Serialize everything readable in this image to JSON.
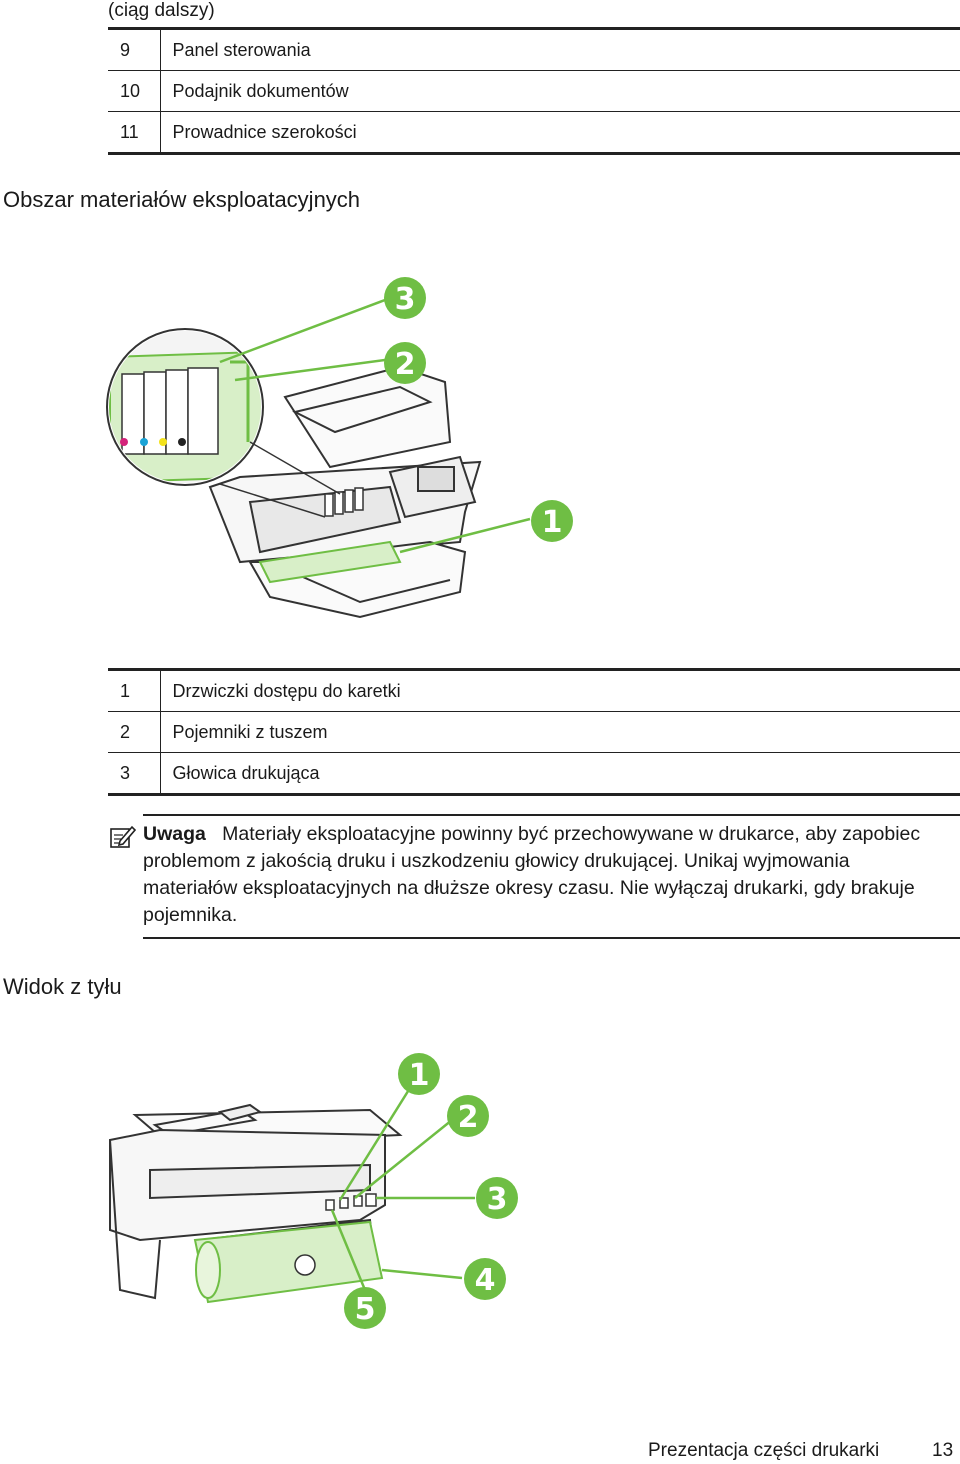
{
  "continued_label": "(ciąg dalszy)",
  "table_top": [
    {
      "num": "9",
      "label": "Panel sterowania"
    },
    {
      "num": "10",
      "label": "Podajnik dokumentów"
    },
    {
      "num": "11",
      "label": "Prowadnice szerokości"
    }
  ],
  "section1_title": "Obszar materiałów eksploatacyjnych",
  "figure1_callouts": [
    "3",
    "2",
    "1"
  ],
  "table_supplies": [
    {
      "num": "1",
      "label": "Drzwiczki dostępu do karetki"
    },
    {
      "num": "2",
      "label": "Pojemniki z tuszem"
    },
    {
      "num": "3",
      "label": "Głowica drukująca"
    }
  ],
  "note": {
    "icon": "note-pencil-icon",
    "label": "Uwaga",
    "text": "Materiały eksploatacyjne powinny być przechowywane w drukarce, aby zapobiec problemom z jakością druku i uszkodzeniu głowicy drukującej. Unikaj wyjmowania materiałów eksploatacyjnych na dłuższe okresy czasu. Nie wyłączaj drukarki, gdy brakuje pojemnika."
  },
  "section2_title": "Widok z tyłu",
  "figure2_callouts": [
    "1",
    "2",
    "3",
    "4",
    "5"
  ],
  "footer": {
    "chapter": "Prezentacja części drukarki",
    "page": "13"
  },
  "colors": {
    "callout_green": "#6fbe44",
    "ink_magenta": "#d4237a",
    "ink_cyan": "#1aa3d6",
    "ink_yellow": "#f3e21b",
    "ink_black": "#222222"
  }
}
